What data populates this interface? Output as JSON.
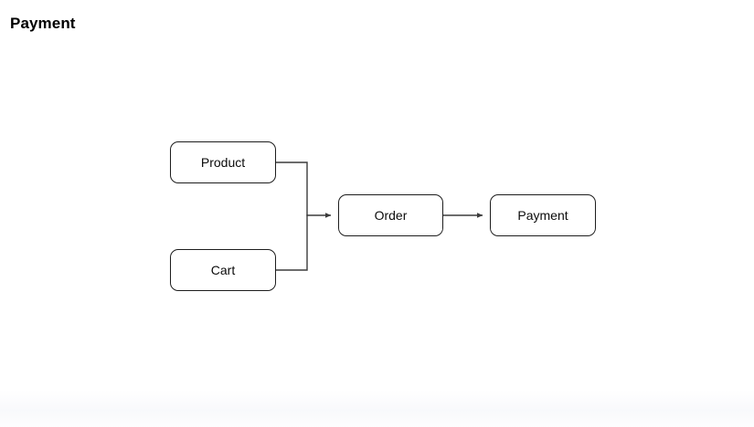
{
  "page": {
    "title": "Payment",
    "background_color": "#ffffff"
  },
  "diagram": {
    "type": "flow-diagram",
    "stroke_color": "#3b3b3b",
    "node_border_color": "#1d1d1d",
    "node_fill_color": "#ffffff",
    "text_color": "#0b0b0b",
    "nodes": [
      {
        "id": "product",
        "label": "Product"
      },
      {
        "id": "cart",
        "label": "Cart"
      },
      {
        "id": "order",
        "label": "Order"
      },
      {
        "id": "payment",
        "label": "Payment"
      }
    ],
    "edges": [
      {
        "from": "product",
        "to": "order",
        "style": "orthogonal",
        "arrowhead": true
      },
      {
        "from": "cart",
        "to": "order",
        "style": "orthogonal",
        "arrowhead": true
      },
      {
        "from": "order",
        "to": "payment",
        "style": "straight",
        "arrowhead": true
      }
    ]
  }
}
